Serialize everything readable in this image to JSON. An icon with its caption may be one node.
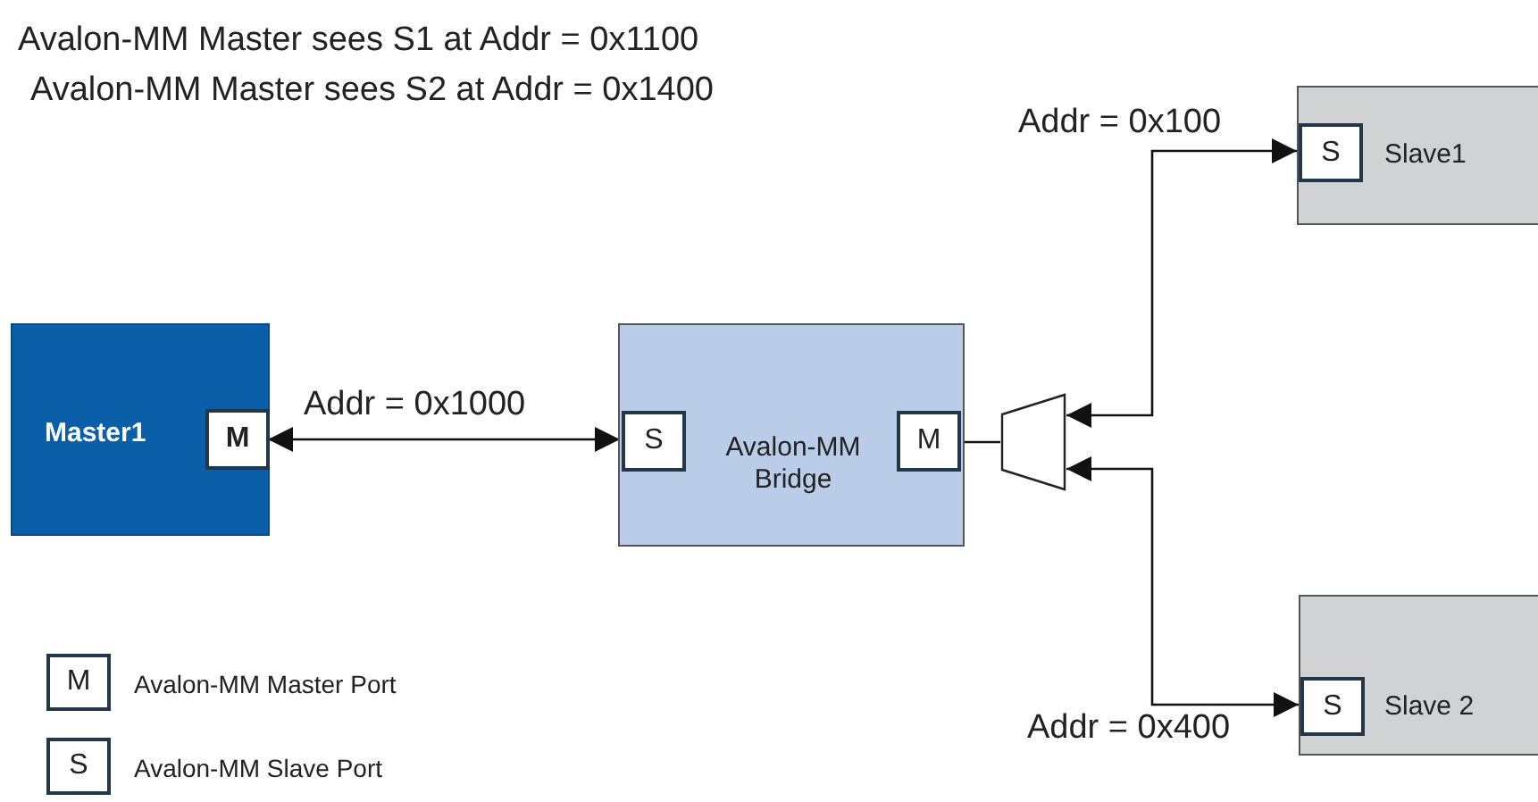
{
  "diagram": {
    "nodes": [
      {
        "text": [
          "Master1"
        ]
      },
      {
        "text": [
          "M"
        ],
        "in": 0
      },
      {
        "text": [
          "Avalon-MM Bridge"
        ]
      },
      {
        "text": [
          "S"
        ],
        "in": 2
      },
      {
        "text": [
          "M"
        ],
        "in": 2
      },
      {
        "text": [],
        "shape": "trapezoid"
      },
      {
        "text": [
          "Slave1"
        ]
      },
      {
        "text": [
          "S"
        ],
        "in": 6
      },
      {
        "text": [
          "Slave 2"
        ]
      },
      {
        "text": [
          "S"
        ],
        "in": 8
      },
      {
        "text": [
          "M"
        ],
        "beside": [
          "Avalon-MM Master Port"
        ]
      },
      {
        "text": [
          "S"
        ],
        "beside": [
          "Avalon-MM Slave Port"
        ]
      }
    ],
    "edges": [
      {
        "from": 1,
        "to": 3,
        "arrow": "both",
        "label": "Addr = 0x1000"
      },
      {
        "from": 4,
        "to": 5,
        "arrow": "none"
      },
      {
        "from": 5,
        "to": 7,
        "arrow": "both",
        "label": "Addr = 0x100"
      },
      {
        "from": 5,
        "to": 9,
        "arrow": "both",
        "label": "Addr = 0x400"
      }
    ],
    "labels": [
      "Avalon-MM Master sees S1 at Addr = 0x1100",
      "Avalon-MM Master sees S2 at Addr = 0x1400"
    ]
  }
}
